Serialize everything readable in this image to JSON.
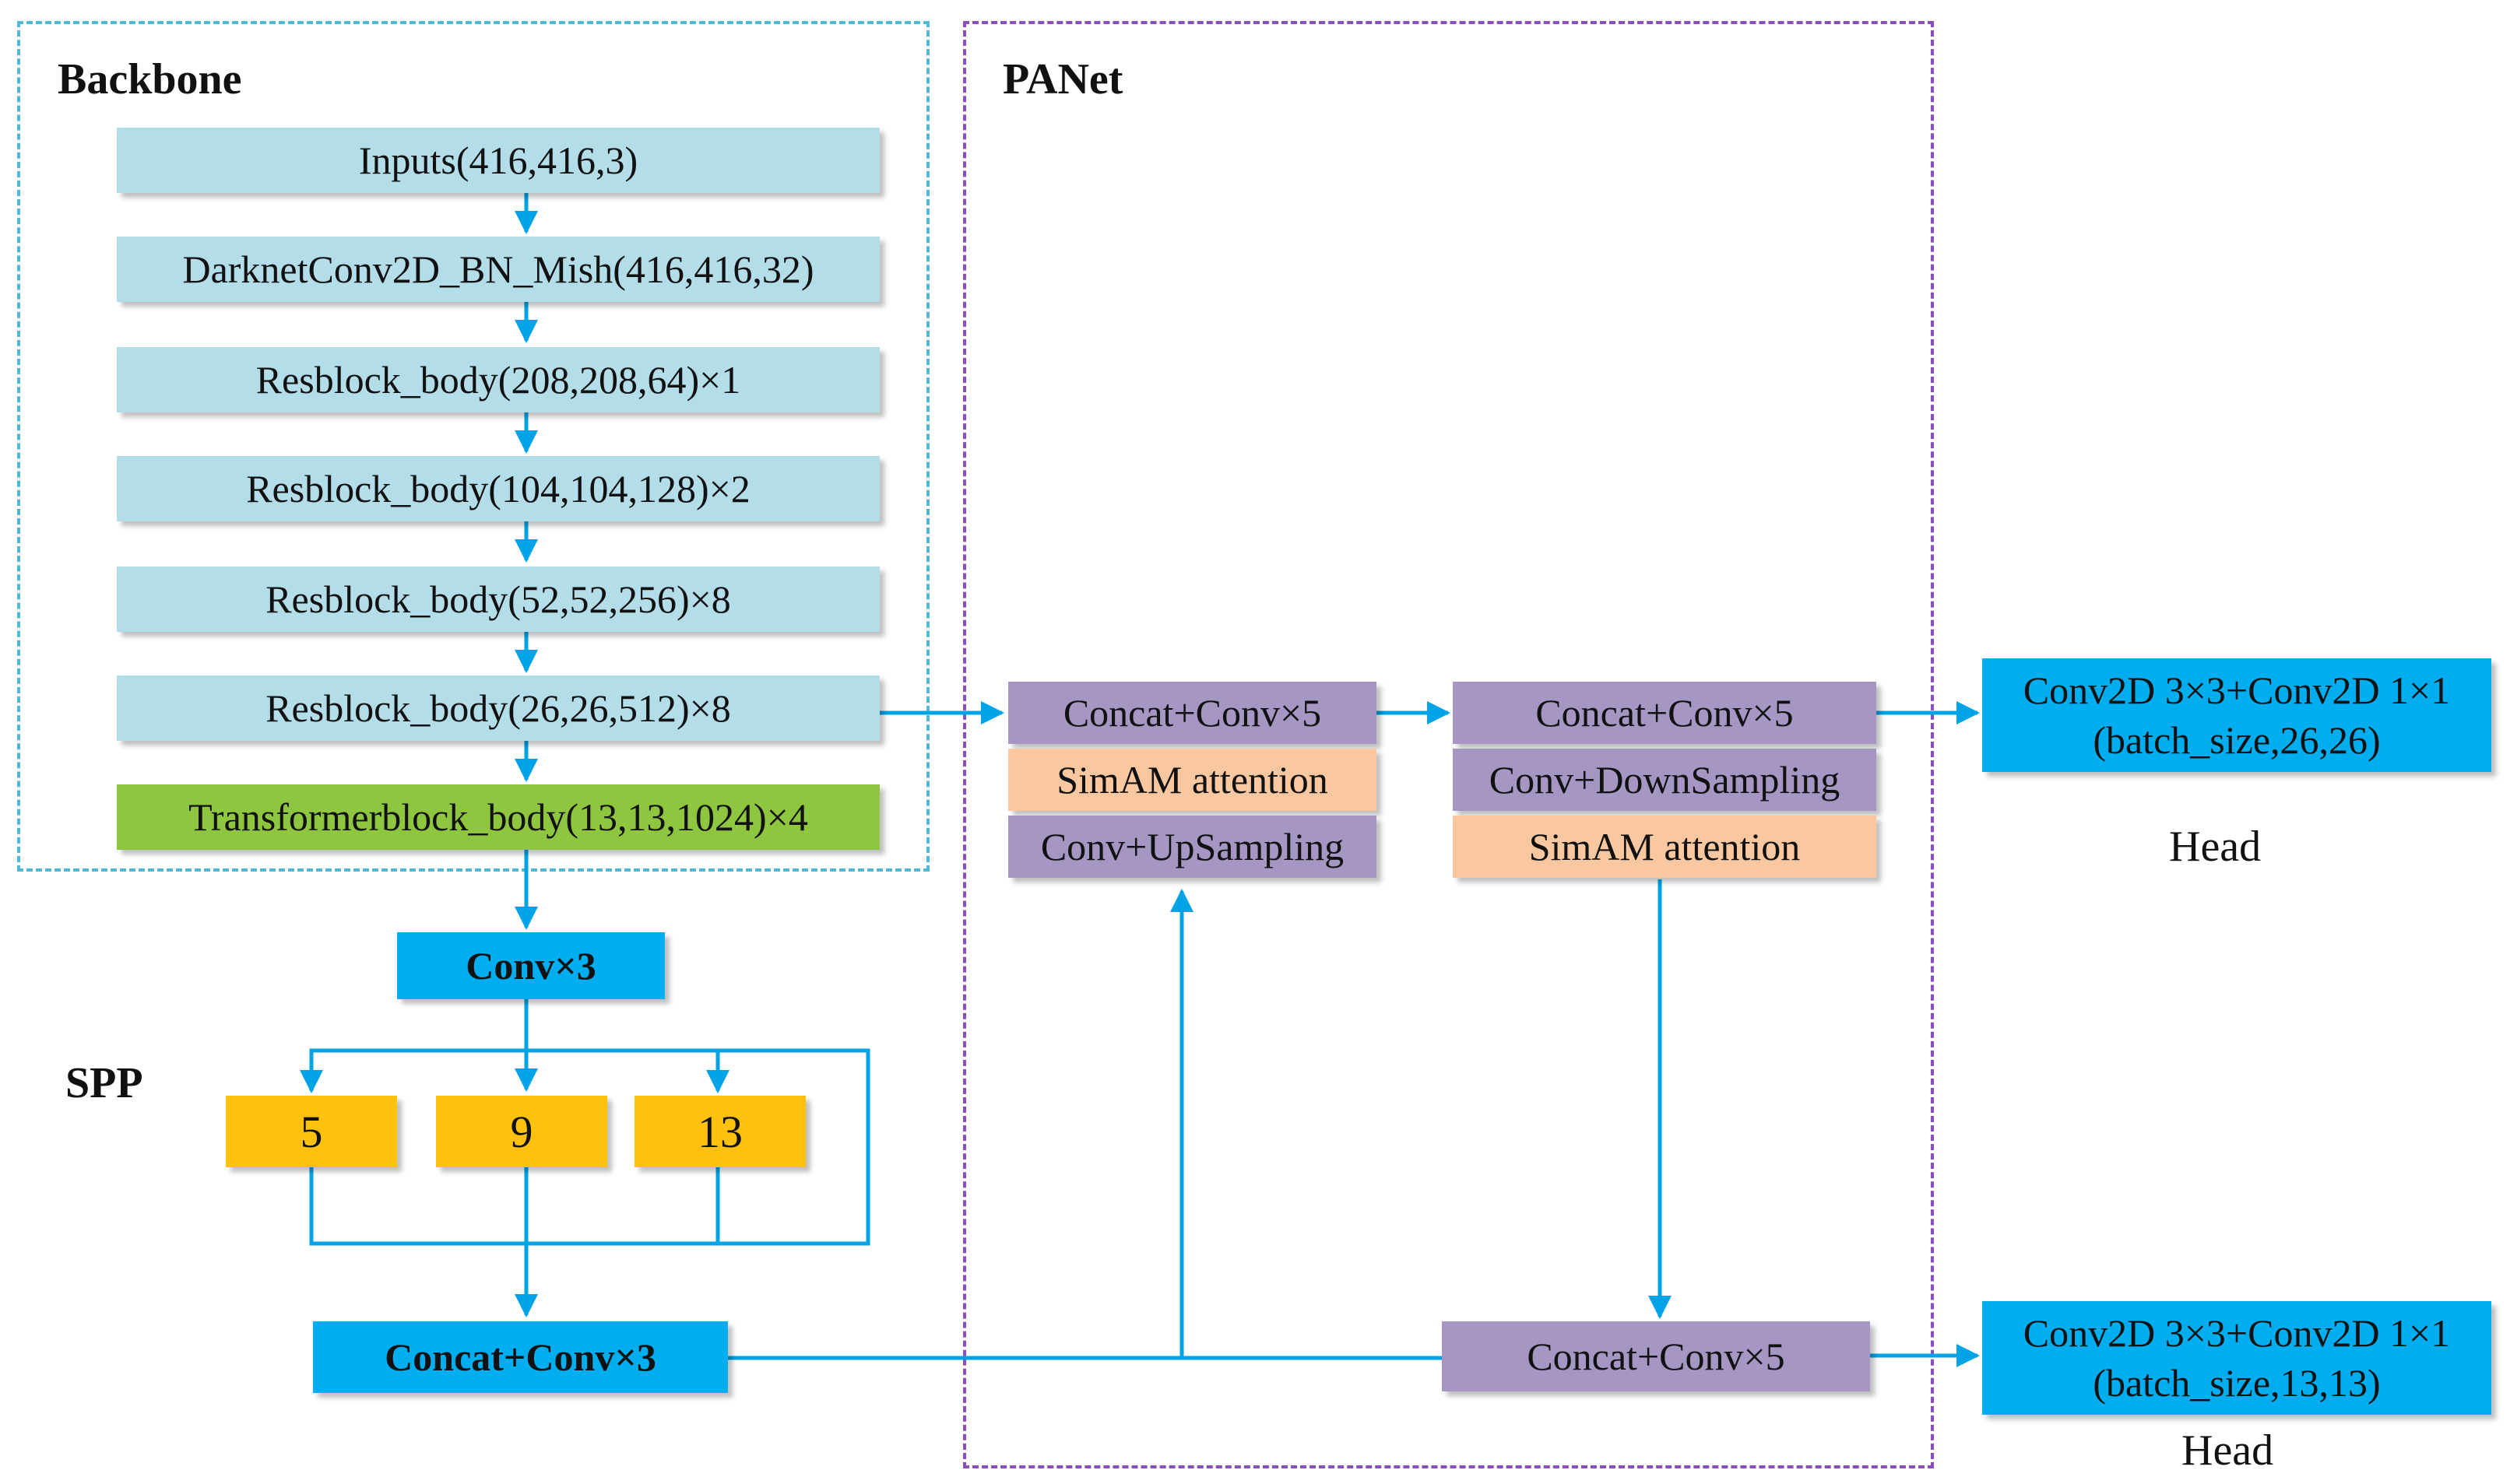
{
  "sections": {
    "backbone": "Backbone",
    "panet": "PANet",
    "spp": "SPP"
  },
  "backbone": {
    "inputs": "Inputs(416,416,3)",
    "darknet": "DarknetConv2D_BN_Mish(416,416,32)",
    "res1": "Resblock_body(208,208,64)×1",
    "res2": "Resblock_body(104,104,128)×2",
    "res3": "Resblock_body(52,52,256)×8",
    "res4": "Resblock_body(26,26,512)×8",
    "transformer": "Transformerblock_body(13,13,1024)×4"
  },
  "spp": {
    "conv3": "Conv×3",
    "pool_5": "5",
    "pool_9": "9",
    "pool_13": "13",
    "concat_conv3": "Concat+Conv×3"
  },
  "panet": {
    "up": {
      "concat": "Concat+Conv×5",
      "simam": "SimAM attention",
      "upsample": "Conv+UpSampling"
    },
    "down": {
      "concat": "Concat+Conv×5",
      "downsample": "Conv+DownSampling",
      "simam": "SimAM attention"
    },
    "bottom_concat": "Concat+Conv×5"
  },
  "heads": {
    "head1": {
      "line1": "Conv2D 3×3+Conv2D 1×1",
      "line2": "(batch_size,26,26)",
      "label": "Head"
    },
    "head2": {
      "line1": "Conv2D 3×3+Conv2D 1×1",
      "line2": "(batch_size,13,13)",
      "label": "Head"
    }
  },
  "colors": {
    "backbone_box": "#b3dde8",
    "transformer_box": "#8ec63f",
    "conv_box": "#00adef",
    "pool_box": "#fec10e",
    "panet_box": "#a596c3",
    "attention_box": "#f9c8a0",
    "arrow": "#00a3e6",
    "backbone_border": "#4fb8d4",
    "panet_border": "#8a4fbf"
  }
}
